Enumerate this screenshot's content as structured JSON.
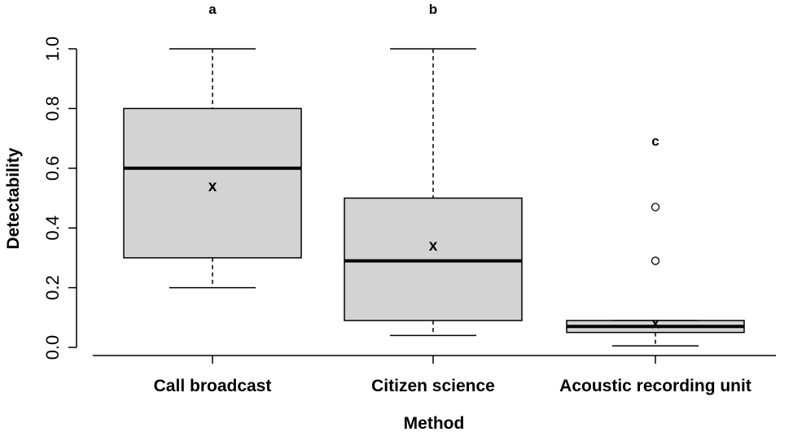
{
  "chart_data": {
    "type": "box",
    "xlabel": "Method",
    "ylabel": "Detectability",
    "ylim": [
      0.0,
      1.0
    ],
    "yticks": [
      "0.0",
      "0.2",
      "0.4",
      "0.6",
      "0.8",
      "1.0"
    ],
    "grid": false,
    "categories": [
      "Call broadcast",
      "Citizen science",
      "Acoustic recording unit"
    ],
    "groups": [
      {
        "label": "Call broadcast",
        "letter": "a",
        "min": 0.2,
        "q1": 0.3,
        "median": 0.6,
        "q3": 0.8,
        "max": 1.0,
        "mean": 0.54,
        "outliers": []
      },
      {
        "label": "Citizen science",
        "letter": "b",
        "min": 0.04,
        "q1": 0.09,
        "median": 0.29,
        "q3": 0.5,
        "max": 1.0,
        "mean": 0.34,
        "outliers": []
      },
      {
        "label": "Acoustic recording unit",
        "letter": "c",
        "min": 0.005,
        "q1": 0.05,
        "median": 0.07,
        "q3": 0.09,
        "max": 0.09,
        "mean": 0.08,
        "outliers": [
          0.29,
          0.47
        ]
      }
    ],
    "box_fill": "#d3d3d3",
    "mean_marker": "x",
    "outlier_marker": "open-circle"
  }
}
